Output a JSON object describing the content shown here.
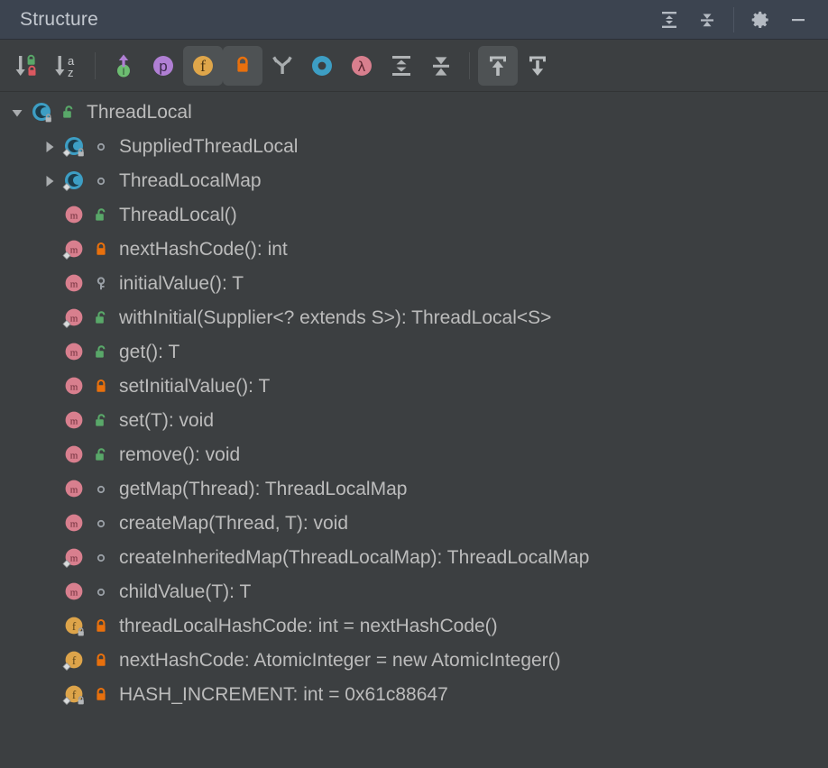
{
  "window": {
    "title": "Structure",
    "background": "#3c3f41",
    "titlebar_background": "#3c4450",
    "text_color": "#bcbcbc"
  },
  "titlebar_actions": [
    {
      "name": "expand-all-icon",
      "label": "Expand All"
    },
    {
      "name": "collapse-all-icon",
      "label": "Collapse All"
    },
    {
      "name": "settings-gear-icon",
      "label": "Settings"
    },
    {
      "name": "hide-icon",
      "label": "Hide"
    }
  ],
  "toolbar": [
    {
      "name": "sort-by-visibility-button",
      "label": "Sort by Visibility",
      "active": false
    },
    {
      "name": "sort-alphabetically-button",
      "label": "Sort Alphabetically",
      "active": false
    },
    {
      "name": "separator-1",
      "label": "",
      "active": false
    },
    {
      "name": "show-inherited-button",
      "label": "Show Inherited",
      "active": false
    },
    {
      "name": "show-properties-button",
      "label": "Show Properties",
      "active": false
    },
    {
      "name": "show-fields-button",
      "label": "Show Fields",
      "active": true
    },
    {
      "name": "show-non-public-button",
      "label": "Show Non-Public",
      "active": true
    },
    {
      "name": "group-methods-by-interface-button",
      "label": "Group Methods by Defining Type",
      "active": false
    },
    {
      "name": "show-anonymous-classes-button",
      "label": "Show Anonymous Classes",
      "active": false
    },
    {
      "name": "show-lambdas-button",
      "label": "Show Lambdas",
      "active": false
    },
    {
      "name": "expand-all-button",
      "label": "Expand All",
      "active": false
    },
    {
      "name": "collapse-all-button",
      "label": "Collapse All",
      "active": false
    },
    {
      "name": "separator-2",
      "label": "",
      "active": false
    },
    {
      "name": "autoscroll-to-source-button",
      "label": "Autoscroll to Source",
      "active": true
    },
    {
      "name": "autoscroll-from-source-button",
      "label": "Autoscroll from Source",
      "active": false
    }
  ],
  "colors": {
    "class_icon": "#3d9ec4",
    "method_icon": "#d87f8e",
    "field_icon": "#dda44a",
    "public_lock": "#59a869",
    "private_lock": "#e8700d",
    "protected_key": "#9aa0a6",
    "package_local": "#9aa0a6",
    "toggled_button": "#4e5254"
  },
  "tree": {
    "rows": [
      {
        "label": "ThreadLocal",
        "depth": 0,
        "twisty": "expanded",
        "kind": "class",
        "access": "public",
        "final": true,
        "static": false
      },
      {
        "label": "SuppliedThreadLocal",
        "depth": 1,
        "twisty": "collapsed",
        "kind": "class",
        "access": "package",
        "final": true,
        "static": true
      },
      {
        "label": "ThreadLocalMap",
        "depth": 1,
        "twisty": "collapsed",
        "kind": "class",
        "access": "package",
        "final": false,
        "static": true
      },
      {
        "label": "ThreadLocal()",
        "depth": 1,
        "twisty": "none",
        "kind": "method",
        "access": "public",
        "final": false,
        "static": false
      },
      {
        "label": "nextHashCode(): int",
        "depth": 1,
        "twisty": "none",
        "kind": "method",
        "access": "private",
        "final": false,
        "static": true
      },
      {
        "label": "initialValue(): T",
        "depth": 1,
        "twisty": "none",
        "kind": "method",
        "access": "protected",
        "final": false,
        "static": false
      },
      {
        "label": "withInitial(Supplier<? extends S>): ThreadLocal<S>",
        "depth": 1,
        "twisty": "none",
        "kind": "method",
        "access": "public",
        "final": false,
        "static": true
      },
      {
        "label": "get(): T",
        "depth": 1,
        "twisty": "none",
        "kind": "method",
        "access": "public",
        "final": false,
        "static": false
      },
      {
        "label": "setInitialValue(): T",
        "depth": 1,
        "twisty": "none",
        "kind": "method",
        "access": "private",
        "final": false,
        "static": false
      },
      {
        "label": "set(T): void",
        "depth": 1,
        "twisty": "none",
        "kind": "method",
        "access": "public",
        "final": false,
        "static": false
      },
      {
        "label": "remove(): void",
        "depth": 1,
        "twisty": "none",
        "kind": "method",
        "access": "public",
        "final": false,
        "static": false
      },
      {
        "label": "getMap(Thread): ThreadLocalMap",
        "depth": 1,
        "twisty": "none",
        "kind": "method",
        "access": "package",
        "final": false,
        "static": false
      },
      {
        "label": "createMap(Thread, T): void",
        "depth": 1,
        "twisty": "none",
        "kind": "method",
        "access": "package",
        "final": false,
        "static": false
      },
      {
        "label": "createInheritedMap(ThreadLocalMap): ThreadLocalMap",
        "depth": 1,
        "twisty": "none",
        "kind": "method",
        "access": "package",
        "final": false,
        "static": true
      },
      {
        "label": "childValue(T): T",
        "depth": 1,
        "twisty": "none",
        "kind": "method",
        "access": "package",
        "final": false,
        "static": false
      },
      {
        "label": "threadLocalHashCode: int = nextHashCode()",
        "depth": 1,
        "twisty": "none",
        "kind": "field",
        "access": "private",
        "final": true,
        "static": false
      },
      {
        "label": "nextHashCode: AtomicInteger = new AtomicInteger()",
        "depth": 1,
        "twisty": "none",
        "kind": "field",
        "access": "private",
        "final": false,
        "static": true
      },
      {
        "label": "HASH_INCREMENT: int = 0x61c88647",
        "depth": 1,
        "twisty": "none",
        "kind": "field",
        "access": "private",
        "final": true,
        "static": true
      }
    ]
  }
}
